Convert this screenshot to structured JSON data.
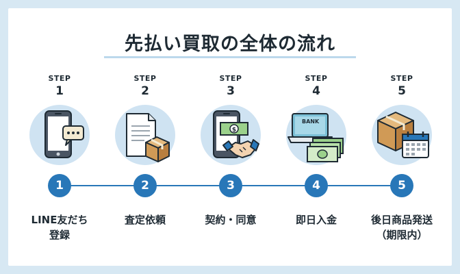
{
  "title": "先払い買取の全体の流れ",
  "colors": {
    "accent": "#2877b8",
    "circle_bg": "#cfe3f2",
    "text": "#1e2a33"
  },
  "steps": [
    {
      "word": "STEP",
      "number": "1",
      "circle": "1",
      "label_line1": "LINE友だち",
      "label_line2": "登録",
      "icon": "smartphone-chat-icon"
    },
    {
      "word": "STEP",
      "number": "2",
      "circle": "2",
      "label_line1": "査定依頼",
      "label_line2": "",
      "icon": "document-box-icon"
    },
    {
      "word": "STEP",
      "number": "3",
      "circle": "3",
      "label_line1": "契約・同意",
      "label_line2": "",
      "icon": "phone-money-handshake-icon"
    },
    {
      "word": "STEP",
      "number": "4",
      "circle": "4",
      "label_line1": "即日入金",
      "label_line2": "",
      "icon": "bank-cash-icon",
      "bank_text": "BANK"
    },
    {
      "word": "STEP",
      "number": "5",
      "circle": "5",
      "label_line1": "後日商品発送",
      "label_line2": "（期限内）",
      "icon": "box-calendar-icon"
    }
  ]
}
